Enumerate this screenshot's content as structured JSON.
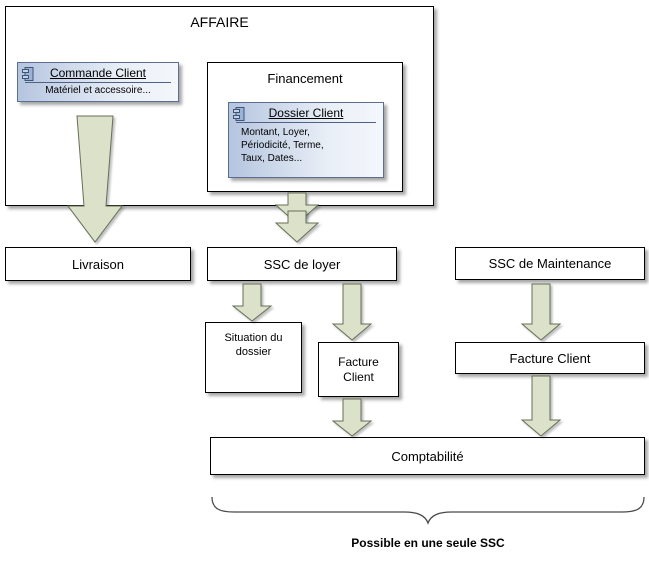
{
  "affaire": {
    "title": "AFFAIRE"
  },
  "financement": {
    "title": "Financement"
  },
  "commande_client": {
    "title": "Commande Client",
    "body": "Matériel et accessoire..."
  },
  "dossier_client": {
    "title": "Dossier Client",
    "body_lines": [
      "Montant, Loyer,",
      "Périodicité, Terme,",
      "Taux, Dates..."
    ]
  },
  "boxes": {
    "livraison": "Livraison",
    "ssc_loyer": "SSC de loyer",
    "ssc_maintenance": "SSC de Maintenance",
    "situation_dossier": "Situation du dossier",
    "facture_client_loyer": "Facture Client",
    "facture_client_maintenance": "Facture Client",
    "comptabilite": "Comptabilité"
  },
  "annotation": "Possible en une seule SSC",
  "colors": {
    "arrow-fill": "#dbe2c9",
    "arrow-border": "#666f58",
    "component-blue": "#b5c5df"
  }
}
